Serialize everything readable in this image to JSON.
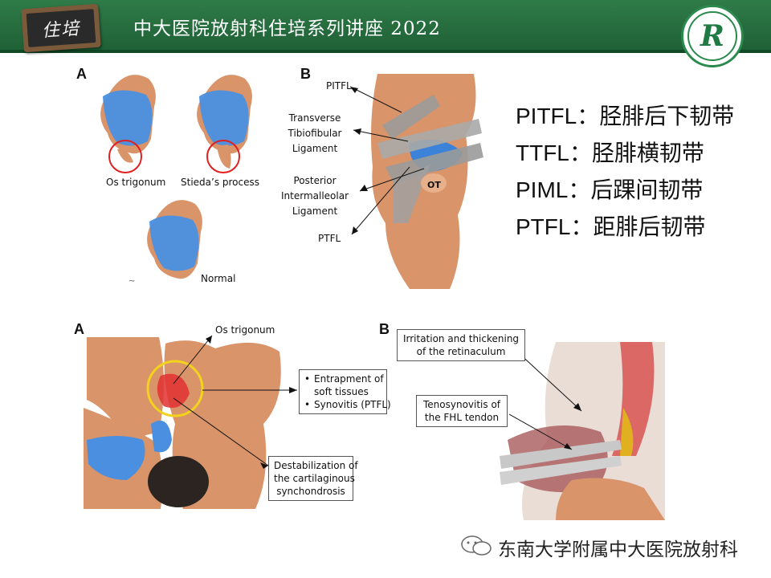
{
  "header": {
    "badge_text": "住培",
    "title": "中大医院放射科住培系列讲座 2022",
    "logo_letter": "R"
  },
  "top_left": {
    "letter": "A",
    "labels": [
      "Os trigonum",
      "Stieda’s process",
      "Normal"
    ]
  },
  "top_mid": {
    "letter": "B",
    "labels": {
      "pitfl": "PITFL",
      "ttfl_1": "Transverse",
      "ttfl_2": "Tibiofibular",
      "ttfl_3": "Ligament",
      "piml_1": "Posterior",
      "piml_2": "Intermalleolar",
      "piml_3": "Ligament",
      "ptfl": "PTFL",
      "ot": "OT"
    }
  },
  "legend": [
    "PITFL：胫腓后下韧带",
    "TTFL：胫腓横韧带",
    "PIML：后踝间韧带",
    "PTFL：距腓后韧带"
  ],
  "bottom_left": {
    "letter": "A",
    "os_trigonum": "Os trigonum",
    "bullet_1a": "Entrapment of",
    "bullet_1b": "soft tissues",
    "bullet_2": "Synovitis (PTFL)",
    "destab_1": "Destabilization of",
    "destab_2": "the cartilaginous",
    "destab_3": "synchondrosis"
  },
  "bottom_right": {
    "letter": "B",
    "irritation_1": "Irritation and thickening",
    "irritation_2": "of the retinaculum",
    "teno_1": "Tenosynovitis of",
    "teno_2": "the FHL tendon"
  },
  "footer": {
    "text": "东南大学附属中大医院放射科"
  },
  "colors": {
    "header_green": "#2f7b48",
    "bone": "#d9946a",
    "cartilage_blue": "#4a8fe0",
    "ligament_gray": "#9a9a9a",
    "inflammation_red": "#e23030",
    "circle_yellow": "#f2d21c"
  }
}
